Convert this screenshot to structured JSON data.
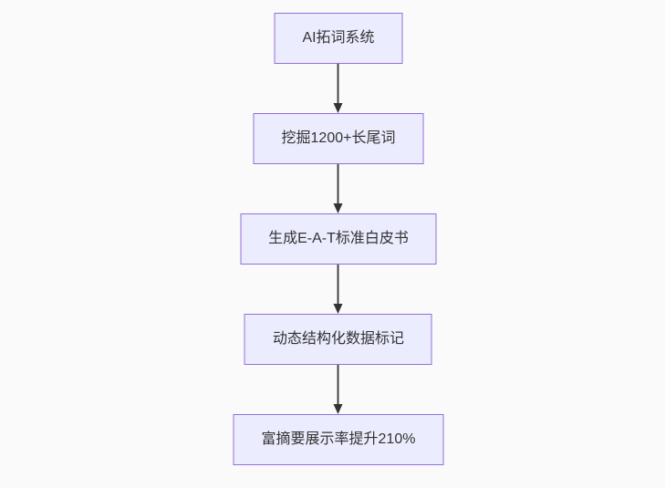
{
  "colors": {
    "background": "#fafafa",
    "node_fill": "#ECECFF",
    "node_border": "#9370DB",
    "text": "#333333",
    "arrow": "#333333"
  },
  "chart_data": {
    "type": "flowchart",
    "direction": "top-down",
    "nodes": [
      {
        "id": "step-1",
        "label": "AI拓词系统"
      },
      {
        "id": "step-2",
        "label": "挖掘1200+长尾词"
      },
      {
        "id": "step-3",
        "label": "生成E-A-T标准白皮书"
      },
      {
        "id": "step-4",
        "label": "动态结构化数据标记"
      },
      {
        "id": "step-5",
        "label": "富摘要展示率提升210%"
      }
    ],
    "edges": [
      {
        "from": "step-1",
        "to": "step-2"
      },
      {
        "from": "step-2",
        "to": "step-3"
      },
      {
        "from": "step-3",
        "to": "step-4"
      },
      {
        "from": "step-4",
        "to": "step-5"
      }
    ]
  }
}
